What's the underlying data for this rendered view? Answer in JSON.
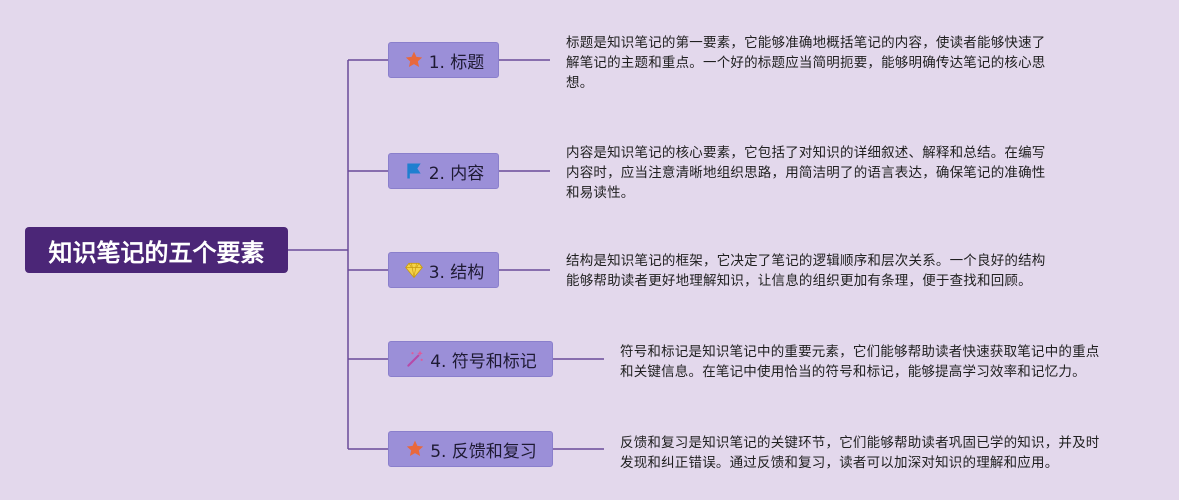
{
  "root": {
    "label": "知识笔记的五个要素"
  },
  "branches": [
    {
      "label": "1. 标题",
      "icon": "star-icon",
      "description_lines": [
        "标题是知识笔记的第一要素，它能够准确地概括笔记的内容，使读者能够快速了",
        "解笔记的主题和重点。一个好的标题应当简明扼要，能够明确传达笔记的核心思",
        "想。"
      ]
    },
    {
      "label": "2. 内容",
      "icon": "flag-icon",
      "description_lines": [
        "内容是知识笔记的核心要素，它包括了对知识的详细叙述、解释和总结。在编写",
        "内容时，应当注意清晰地组织思路，用简洁明了的语言表达，确保笔记的准确性",
        "和易读性。"
      ]
    },
    {
      "label": "3. 结构",
      "icon": "gem-icon",
      "description_lines": [
        "结构是知识笔记的框架，它决定了笔记的逻辑顺序和层次关系。一个良好的结构",
        "能够帮助读者更好地理解知识，让信息的组织更加有条理，便于查找和回顾。"
      ]
    },
    {
      "label": "4. 符号和标记",
      "icon": "magic-wand-icon",
      "description_lines": [
        "符号和标记是知识笔记中的重要元素，它们能够帮助读者快速获取笔记中的重点",
        "和关键信息。在笔记中使用恰当的符号和标记，能够提高学习效率和记忆力。"
      ]
    },
    {
      "label": "5. 反馈和复习",
      "icon": "star-icon",
      "description_lines": [
        "反馈和复习是知识笔记的关键环节，它们能够帮助读者巩固已学的知识，并及时",
        "发现和纠正错误。通过反馈和复习，读者可以加深对知识的理解和应用。"
      ]
    }
  ],
  "colors": {
    "background": "#e3d8ec",
    "root_fill": "#4b2677",
    "node_fill": "#9b8fd8",
    "connector": "#6b4a9a"
  }
}
